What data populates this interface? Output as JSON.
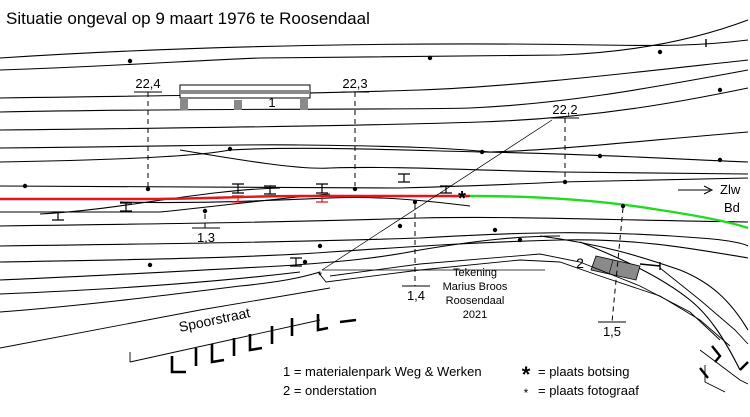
{
  "title": "Situatie ongeval op 9 maart 1976 te Roosendaal",
  "km_markers": {
    "m224": "22,4",
    "m223": "22,3",
    "m222": "22,2",
    "m13": "1,3",
    "m14": "1,4",
    "m15": "1,5"
  },
  "building_labels": {
    "b1": "1",
    "b2": "2"
  },
  "direction_labels": {
    "d1": "Zlw",
    "d2": "Bd"
  },
  "street_name": "Spoorstraat",
  "credit": [
    "Tekening",
    "Marius Broos",
    "Roosendaal",
    "2021"
  ],
  "legend": {
    "item1": "1 = materialenpark Weg & Werken",
    "item2": "2 = onderstation",
    "item3": "= plaats botsing",
    "item4": "= plaats fotograaf"
  },
  "symbols": {
    "collision": "*",
    "photographer": "*"
  },
  "colors": {
    "red_track": "#e8141b",
    "green_track": "#1fdc1f",
    "track": "#000000",
    "substation": "#8a8a8a"
  }
}
